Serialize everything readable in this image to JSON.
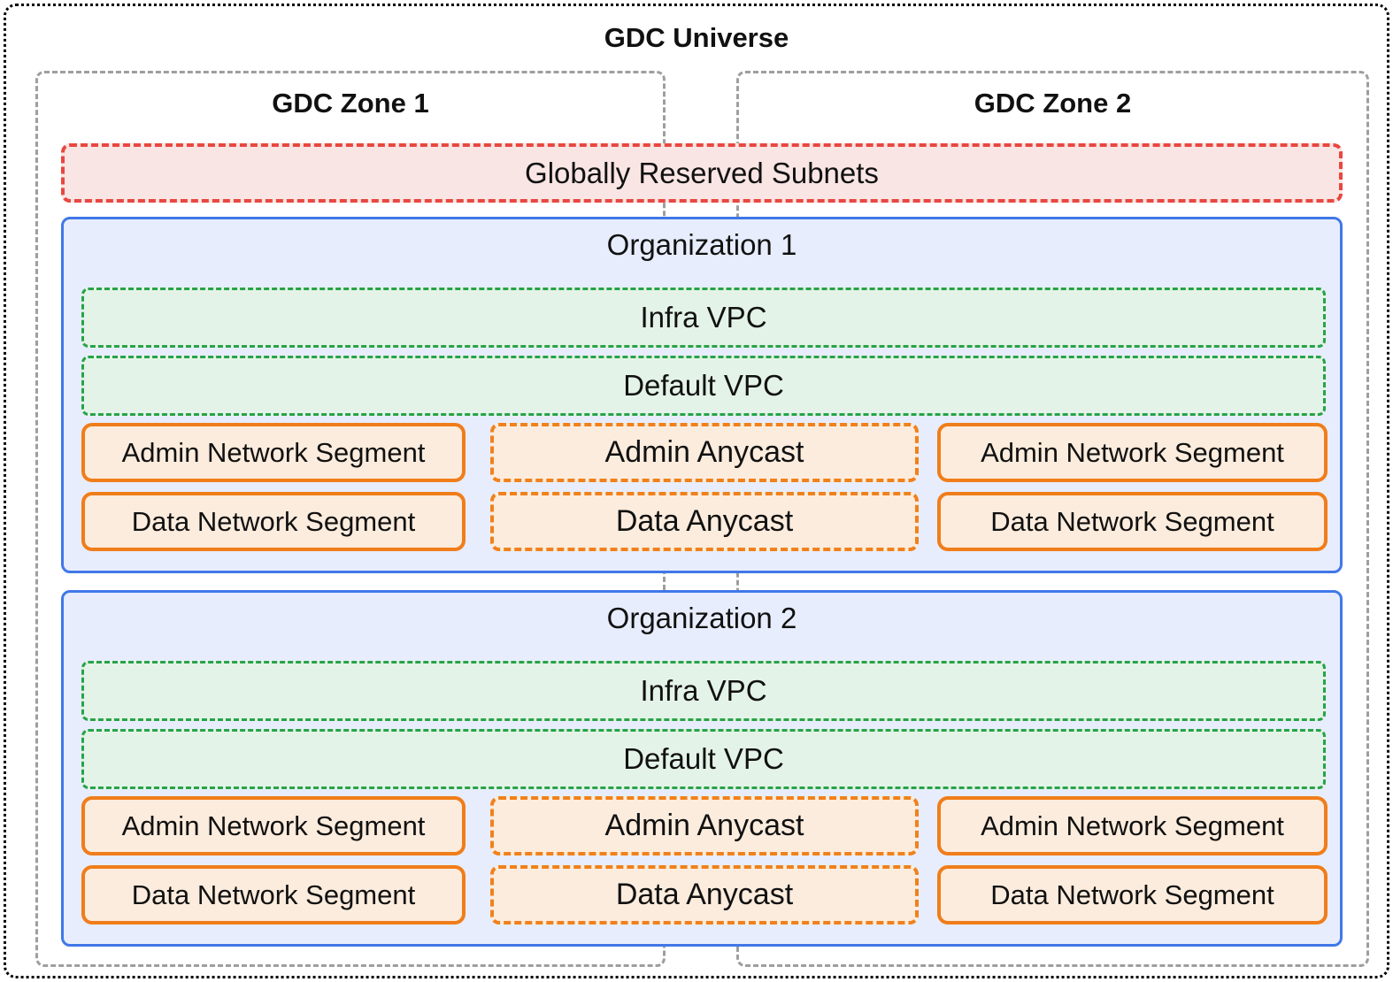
{
  "universe": {
    "title": "GDC Universe"
  },
  "zones": [
    {
      "label": "GDC Zone 1"
    },
    {
      "label": "GDC Zone 2"
    }
  ],
  "reserved_subnets": {
    "label": "Globally Reserved Subnets"
  },
  "organizations": [
    {
      "label": "Organization 1",
      "infra_vpc_label": "Infra VPC",
      "default_vpc_label": "Default VPC",
      "segments": {
        "admin_left": "Admin Network Segment",
        "admin_anycast": "Admin Anycast",
        "admin_right": "Admin Network Segment",
        "data_left": "Data Network Segment",
        "data_anycast": "Data Anycast",
        "data_right": "Data Network Segment"
      }
    },
    {
      "label": "Organization 2",
      "infra_vpc_label": "Infra VPC",
      "default_vpc_label": "Default VPC",
      "segments": {
        "admin_left": "Admin Network Segment",
        "admin_anycast": "Admin Anycast",
        "admin_right": "Admin Network Segment",
        "data_left": "Data Network Segment",
        "data_anycast": "Data Anycast",
        "data_right": "Data Network Segment"
      }
    }
  ],
  "colors": {
    "universe_border": "#000000",
    "zone_border": "#9e9e9e",
    "reserved_border": "#e8473f",
    "reserved_bg": "#f9e5e4",
    "org_border": "#4178e8",
    "org_bg": "#e7edfc",
    "vpc_border": "#27a348",
    "vpc_bg": "#e4f3e7",
    "segment_border": "#f07d1a",
    "segment_bg": "#fcecdd"
  }
}
